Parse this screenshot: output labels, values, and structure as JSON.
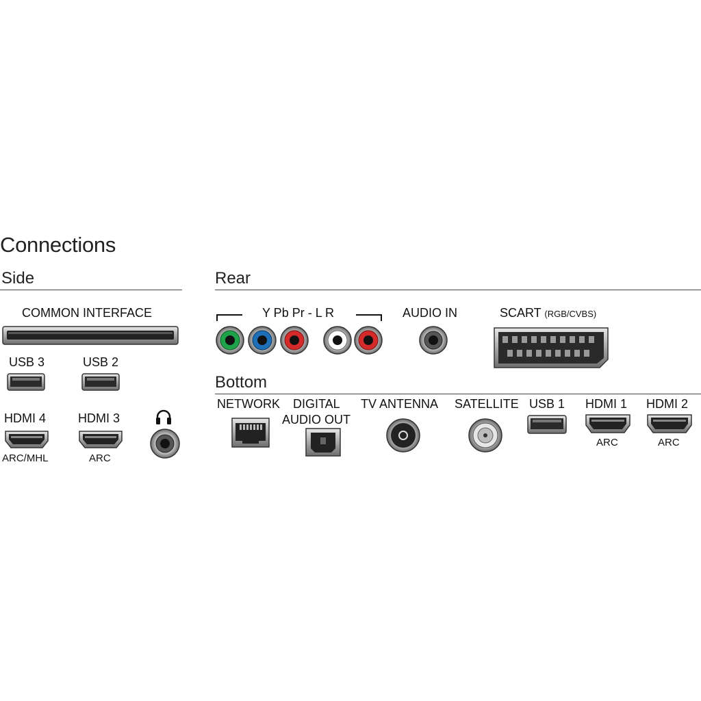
{
  "title": "Connections",
  "sections": {
    "side": "Side",
    "rear": "Rear",
    "bottom": "Bottom"
  },
  "side": {
    "common_interface": "COMMON INTERFACE",
    "usb3": "USB 3",
    "usb2": "USB 2",
    "hdmi4": "HDMI 4",
    "hdmi4_sub": "ARC/MHL",
    "hdmi3": "HDMI 3",
    "hdmi3_sub": "ARC",
    "headphone_icon": "headphones-icon"
  },
  "rear": {
    "ypbpr_label": "Y Pb Pr - L R",
    "audio_in": "AUDIO IN",
    "scart": "SCART",
    "scart_sub": "(RGB/CVBS)"
  },
  "bottom": {
    "network": "NETWORK",
    "digital": "DIGITAL",
    "audio_out": "AUDIO OUT",
    "tv_antenna": "TV ANTENNA",
    "satellite": "SATELLITE",
    "usb1": "USB 1",
    "hdmi1": "HDMI 1",
    "hdmi1_sub": "ARC",
    "hdmi2": "HDMI 2",
    "hdmi2_sub": "ARC"
  },
  "colors": {
    "y_green": "#1fa34a",
    "pb_blue": "#1d6fb8",
    "pr_red": "#d42a2a",
    "l_white": "#ffffff",
    "r_red": "#d42a2a",
    "metal": "#9a9a9a"
  }
}
